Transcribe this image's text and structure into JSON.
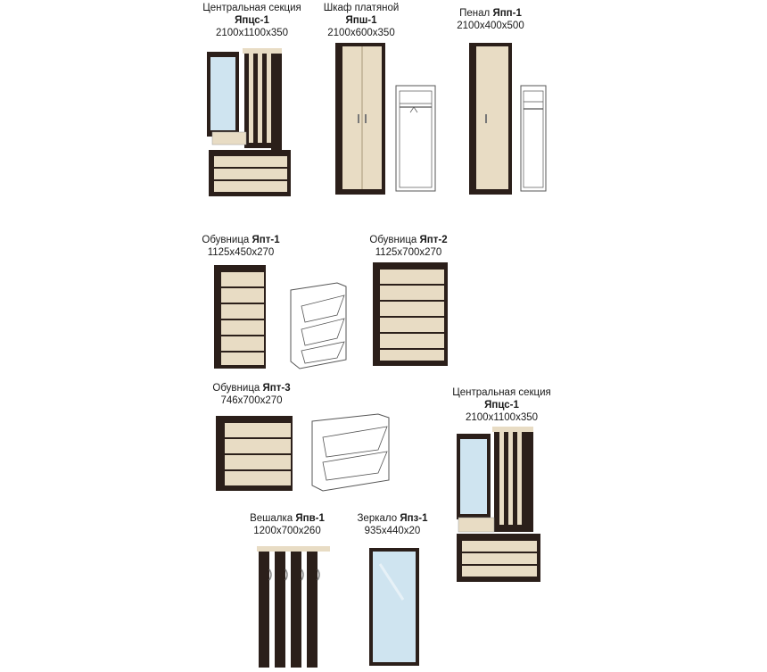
{
  "colors": {
    "wenge": "#2b1f1a",
    "wenge_light": "#3b2c24",
    "oak_light": "#e8dcc4",
    "oak_mid": "#d9c9aa",
    "mirror": "#cfe4f0",
    "outline": "#555555"
  },
  "items": [
    {
      "name_plain": "Центральная секция",
      "code": "Япцс-1",
      "dims": "2100x1100x350"
    },
    {
      "name_plain": "Шкаф платяной",
      "code": "Япш-1",
      "dims": "2100x600x350"
    },
    {
      "name_plain": "Пенал",
      "code": "Япп-1",
      "dims": "2100x400x500"
    },
    {
      "name_plain": "Обувница",
      "code": "Япт-1",
      "dims": "1125x450x270"
    },
    {
      "name_plain": "Обувница",
      "code": "Япт-2",
      "dims": "1125x700x270"
    },
    {
      "name_plain": "Обувница",
      "code": "Япт-3",
      "dims": "746x700x270"
    },
    {
      "name_plain": "Центральная секция",
      "code": "Япцс-1",
      "dims": "2100x1100x350"
    },
    {
      "name_plain": "Вешалка",
      "code": "Япв-1",
      "dims": "1200x700x260"
    },
    {
      "name_plain": "Зеркало",
      "code": "Япз-1",
      "dims": "935x440x20"
    }
  ]
}
